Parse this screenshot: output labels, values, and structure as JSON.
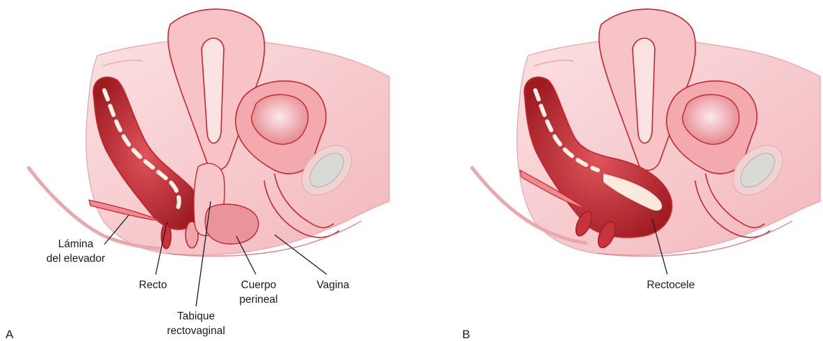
{
  "panels": [
    {
      "letter": "A",
      "labels": {
        "lamina": [
          "Lámina",
          "del elevador"
        ],
        "recto": "Recto",
        "tabique": [
          "Tabique",
          "rectovaginal"
        ],
        "cuerpo": [
          "Cuerpo",
          "perineal"
        ],
        "vagina": "Vagina"
      }
    },
    {
      "letter": "B",
      "labels": {
        "rectocele": "Rectocele"
      }
    }
  ],
  "colors": {
    "outline": "#c0272d",
    "tissue_light": "#f6c9cc",
    "tissue_mid": "#f0a5ab",
    "tissue_pale": "#fbe3e4",
    "rectum_dark": "#9e1b22",
    "rectum_mid": "#c8323a",
    "lumen_light": "#fff3e6",
    "bladder_fill": "#d9d9d6",
    "bladder_outline": "#b5b5b2"
  }
}
